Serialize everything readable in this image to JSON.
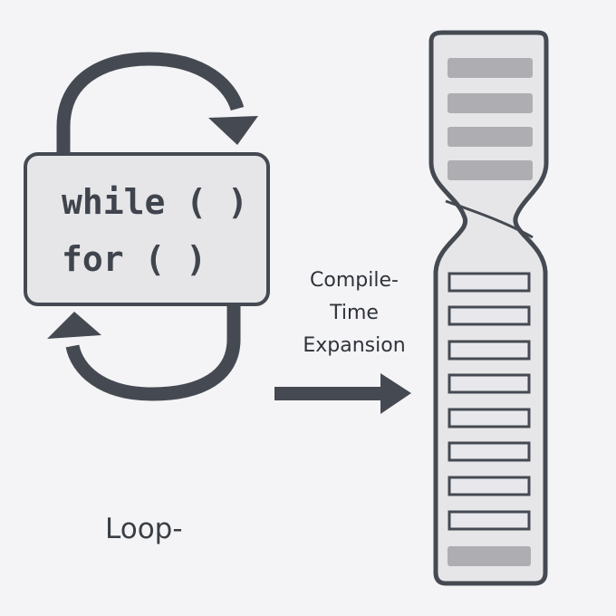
{
  "diagram": {
    "code_lines": [
      "while ( )",
      "for ( )"
    ],
    "arrow_label_lines": [
      "Compile-",
      "Time",
      "Expansion"
    ],
    "bottom_label": "Loop-"
  },
  "colors": {
    "background": "#f4f4f6",
    "stroke": "#454a52",
    "box_fill": "#e6e6e8",
    "strip_fill": "#e6e6e8",
    "bar_dark": "#aeaeb2",
    "bar_light": "#e8e8ec"
  },
  "strip": {
    "rolled_rows": 4,
    "unrolled_rows": 9
  }
}
